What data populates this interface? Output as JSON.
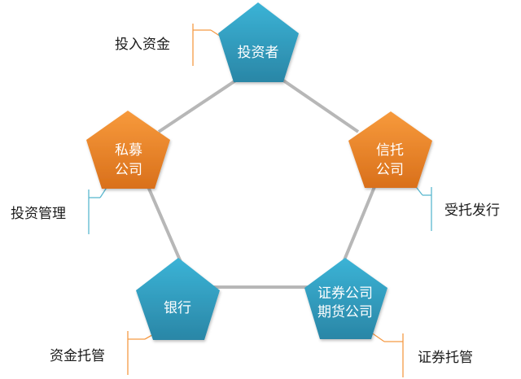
{
  "colors": {
    "blue_top": "#3bb3d6",
    "blue_bottom": "#2a86a6",
    "orange_top": "#f79a3c",
    "orange_bottom": "#d9701b",
    "connector": "#b7b7b7",
    "callout_orange": "#f59a45",
    "callout_blue": "#5bb8cf"
  },
  "nodes": {
    "investor": {
      "lines": [
        "投资者"
      ],
      "color": "blue"
    },
    "private_fund": {
      "lines": [
        "私募",
        "公司"
      ],
      "color": "orange"
    },
    "trust": {
      "lines": [
        "信托",
        "公司"
      ],
      "color": "orange"
    },
    "securities": {
      "lines": [
        "证券公司",
        "期货公司"
      ],
      "color": "blue"
    },
    "bank": {
      "lines": [
        "银行"
      ],
      "color": "blue"
    }
  },
  "callouts": {
    "investor": "投入资金",
    "private_fund": "投资管理",
    "trust": "受托发行",
    "securities": "证券托管",
    "bank": "资金托管"
  }
}
